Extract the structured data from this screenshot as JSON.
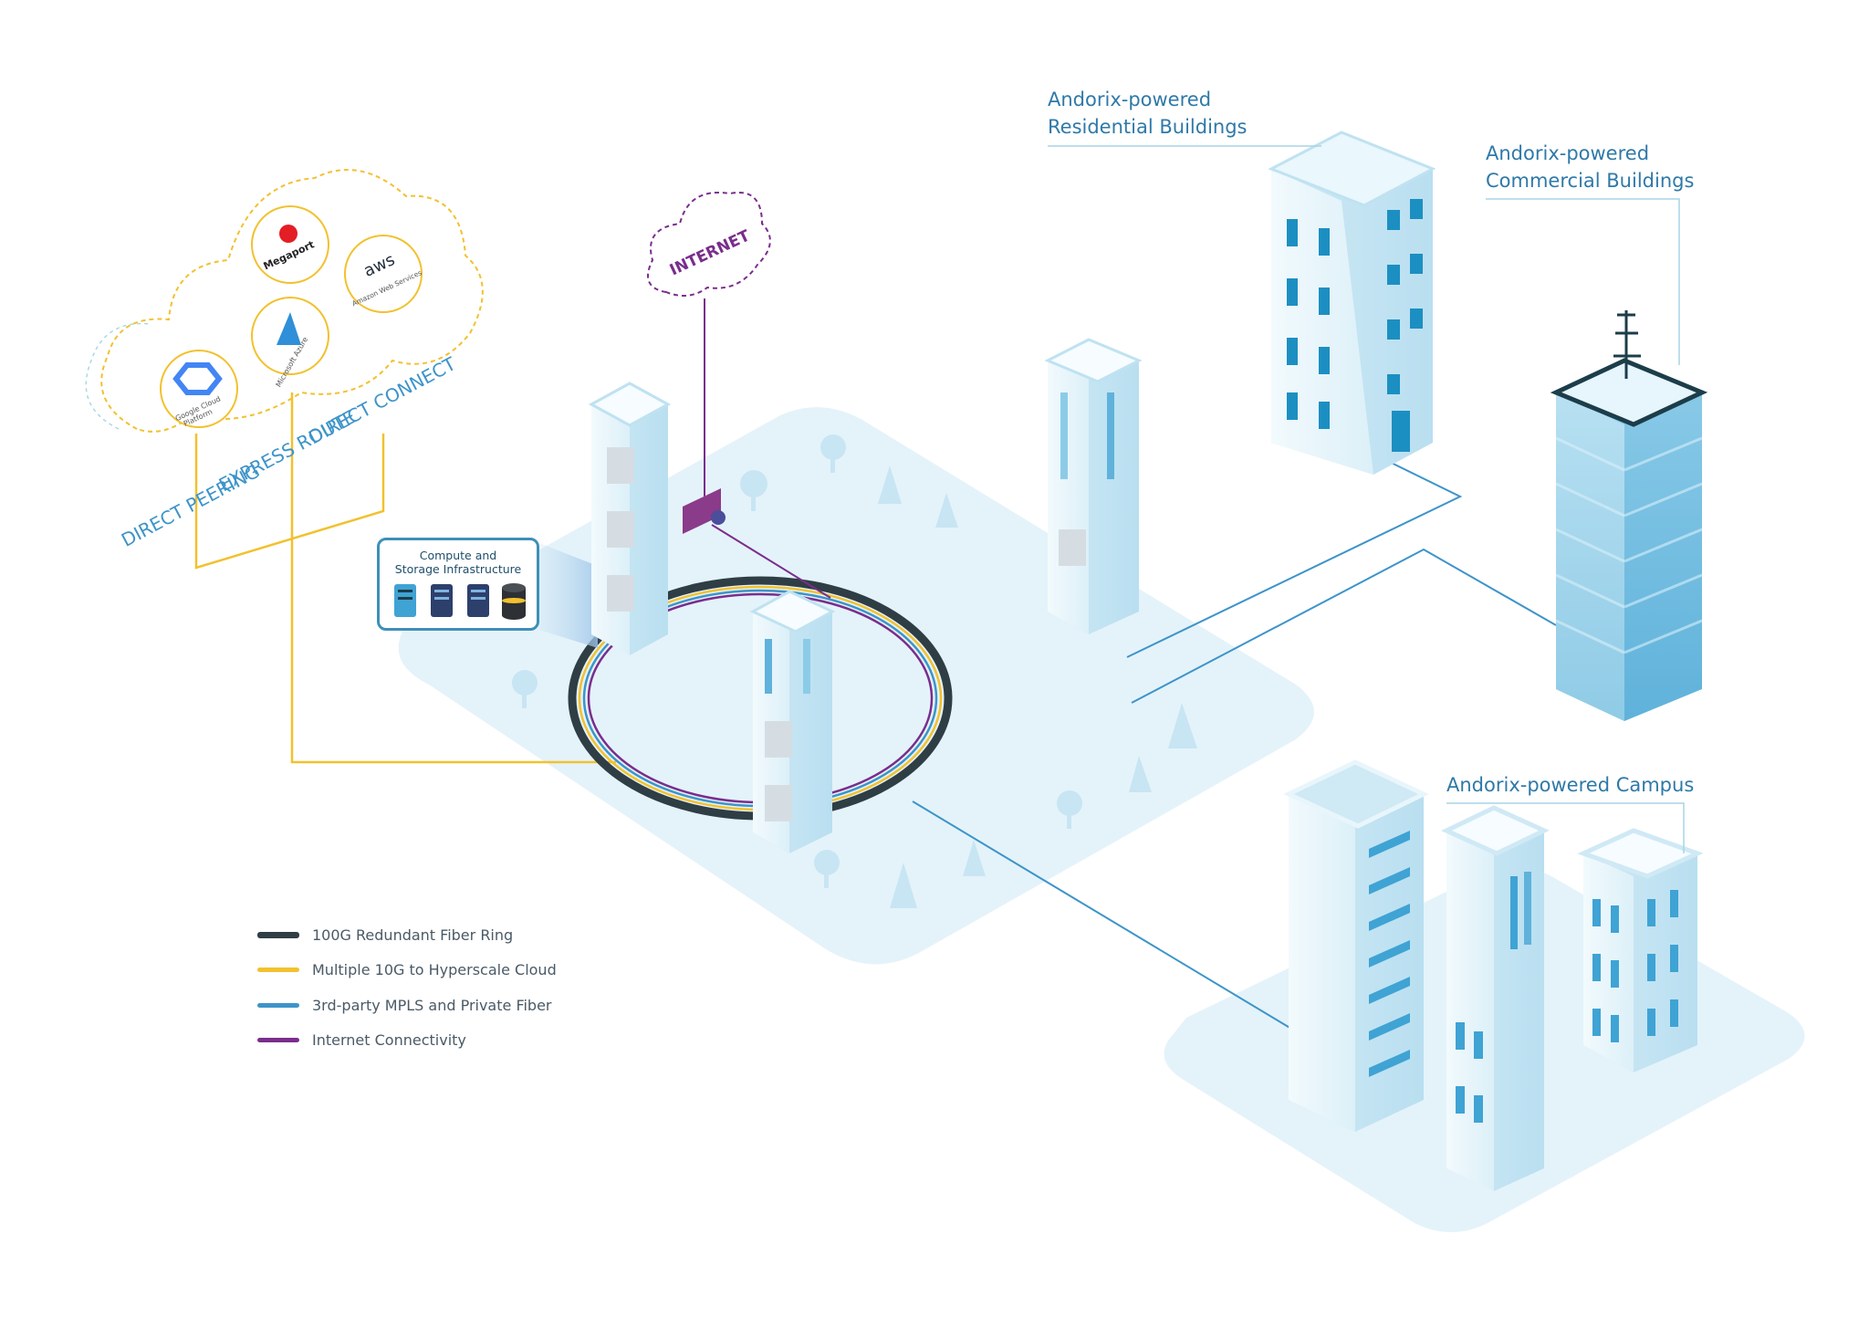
{
  "labels": {
    "residential_line1": "Andorix-powered",
    "residential_line2": "Residential Buildings",
    "commercial_line1": "Andorix-powered",
    "commercial_line2": "Commercial Buildings",
    "campus": "Andorix-powered Campus"
  },
  "cloud": {
    "providers": [
      "Megaport",
      "aws",
      "Amazon Web Services",
      "Microsoft Azure",
      "Google Cloud Platform"
    ],
    "connections": [
      "DIRECT PEERING",
      "EXPRESS ROUTE",
      "DIRECT CONNECT"
    ]
  },
  "internet_label": "INTERNET",
  "compute_callout": {
    "line1": "Compute and",
    "line2": "Storage Infrastructure"
  },
  "legend": [
    {
      "label": "100G Redundant Fiber Ring",
      "color": "#2f3d45"
    },
    {
      "label": "Multiple 10G to Hyperscale Cloud",
      "color": "#f2c12e"
    },
    {
      "label": "3rd-party MPLS and Private Fiber",
      "color": "#3d94c9"
    },
    {
      "label": "Internet Connectivity",
      "color": "#7a2d8c"
    }
  ],
  "colors": {
    "ring": "#2f3d45",
    "cloud_link": "#f2c12e",
    "mpls": "#3d94c9",
    "internet": "#7a2d8c",
    "platform": "#e4f3fa",
    "label": "#2f79a8"
  }
}
